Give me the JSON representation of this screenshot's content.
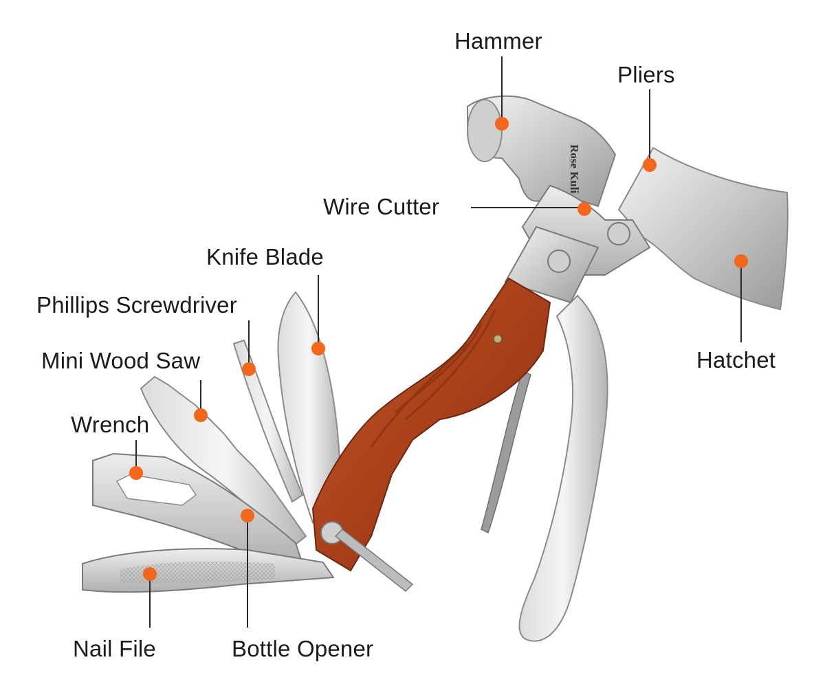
{
  "brand": "Rose Kuli",
  "colors": {
    "dot": "#f2671c",
    "leader": "#2a2a2a",
    "steel_light": "#e6e6e6",
    "steel_dark": "#8e8e8e",
    "wood": "#b2451e"
  },
  "labels": {
    "hammer": "Hammer",
    "pliers": "Pliers",
    "wire_cutter": "Wire Cutter",
    "knife_blade": "Knife Blade",
    "phillips": "Phillips Screwdriver",
    "saw": "Mini Wood Saw",
    "wrench": "Wrench",
    "hatchet": "Hatchet",
    "nail_file": "Nail File",
    "bottle_opener": "Bottle Opener"
  }
}
